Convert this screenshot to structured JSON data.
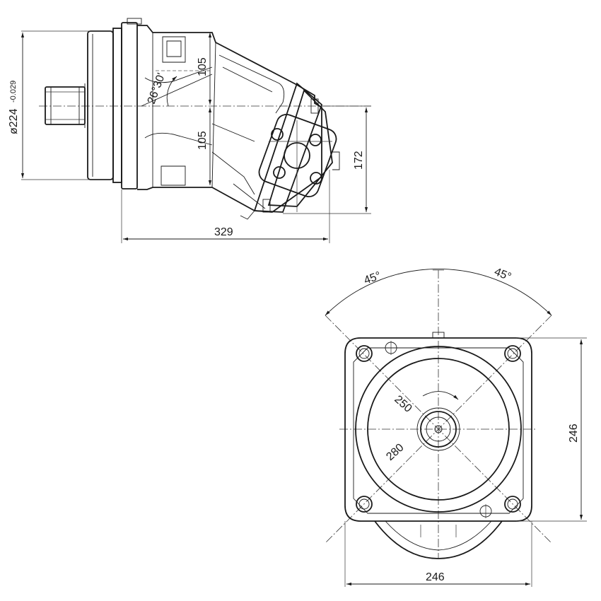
{
  "side_view": {
    "dim_shaft_diameter": "ø224",
    "dim_shaft_tolerance": "-0.029",
    "dim_upper_offset": "105",
    "dim_lower_offset": "105",
    "dim_angle": "26°30'",
    "dim_port_height": "172",
    "dim_overall_length": "329"
  },
  "front_view": {
    "dim_angle_left": "45°",
    "dim_angle_right": "45°",
    "dim_inner_diameter": "250",
    "dim_outer_diameter": "280",
    "dim_height": "246",
    "dim_width": "246"
  }
}
